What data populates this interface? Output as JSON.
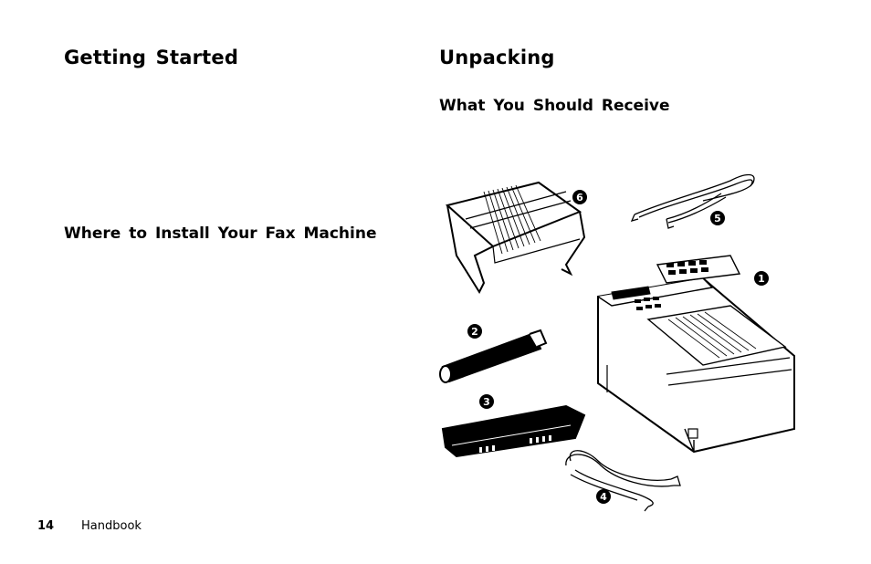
{
  "left_column": {
    "title": "Getting Started",
    "subheading": "Where to Install Your Fax Machine"
  },
  "right_column": {
    "title": "Unpacking",
    "subheading": "What You Should Receive"
  },
  "callouts": {
    "fax_machine": "1",
    "toner_cartridge": "2",
    "drum_cartridge": "3",
    "power_cord": "4",
    "telephone_cord": "5",
    "paper_tray": "6"
  },
  "footer": {
    "page_number": "14",
    "label": "Handbook"
  }
}
